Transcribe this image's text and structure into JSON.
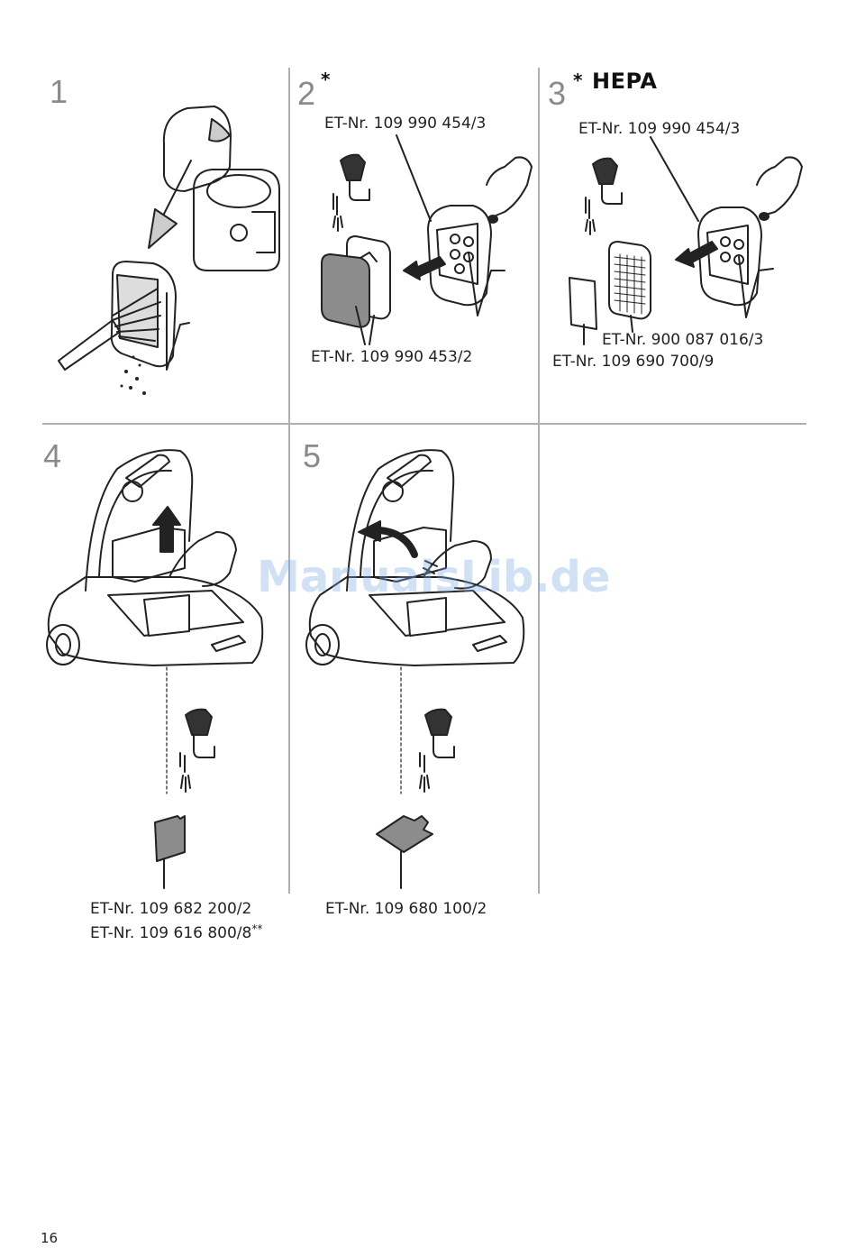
{
  "steps": [
    {
      "number": "1"
    },
    {
      "number": "2",
      "marker": "*"
    },
    {
      "number": "3",
      "marker": "*",
      "title": "HEPA"
    },
    {
      "number": "4"
    },
    {
      "number": "5"
    }
  ],
  "labels": {
    "step2_top": "ET-Nr. 109 990 454/3",
    "step2_bottom": "ET-Nr. 109 990 453/2",
    "step3_top": "ET-Nr. 109 990 454/3",
    "step3_mid": "ET-Nr. 900 087 016/3",
    "step3_bottom": "ET-Nr. 109 690 700/9",
    "step4_line1": "ET-Nr. 109 682 200/2",
    "step4_line2": "ET-Nr. 109 616 800/8",
    "step4_line2_marker": "**",
    "step5": "ET-Nr. 109 680 100/2"
  },
  "watermark": "ManualsLib.de",
  "page_number": "16",
  "colors": {
    "grid": "#b0b0b0",
    "step_number": "#8a8a8a",
    "filter_gray": "#8c8c8c"
  }
}
